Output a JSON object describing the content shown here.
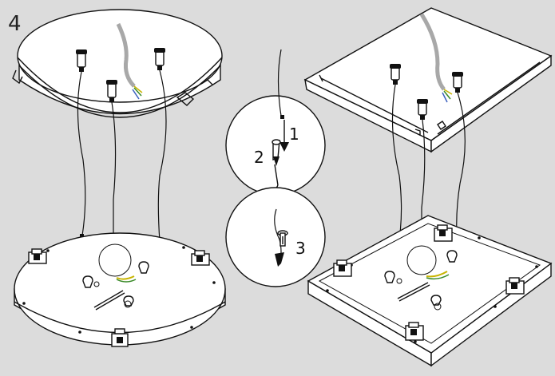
{
  "figure": {
    "step_number": "4",
    "callouts": [
      "1",
      "2",
      "3"
    ]
  },
  "colors": {
    "background": "#dcdcdc",
    "line": "#111111",
    "cable": "#a8a8a8",
    "wire_yellow": "#c8b400",
    "wire_green": "#3a8a2a",
    "wire_blue": "#3a5fbf"
  }
}
